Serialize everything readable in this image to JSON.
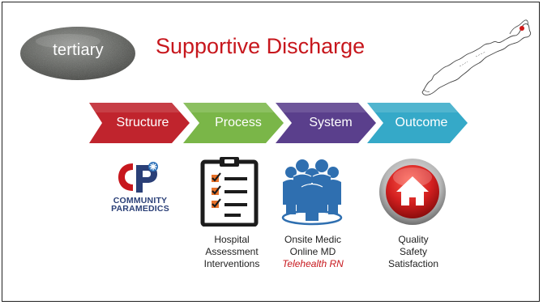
{
  "slide": {
    "stone_label": "tertiary",
    "title": "Supportive Discharge"
  },
  "chevrons": [
    {
      "label": "Structure",
      "color": "#c0242d"
    },
    {
      "label": "Process",
      "color": "#7ab648"
    },
    {
      "label": "System",
      "color": "#5a3f8c"
    },
    {
      "label": "Outcome",
      "color": "#35a9c8"
    }
  ],
  "logo": {
    "line1": "COMMUNITY",
    "line2": "PARAMEDICS"
  },
  "captions": {
    "process": [
      "Hospital",
      "Assessment",
      "Interventions"
    ],
    "system": [
      "Onsite Medic",
      "Online MD",
      "Telehealth RN"
    ],
    "outcome": [
      "Quality",
      "Safety",
      "Satisfaction"
    ]
  },
  "colors": {
    "title_red": "#c7171d",
    "logo_navy": "#2a3f77",
    "clipboard_check": "#e8722a",
    "people_blue": "#2f6fb0",
    "house_button_red": "#d21f1f"
  },
  "icons": {
    "stone": "river-stone-image",
    "map": "nova-scotia-map-outline",
    "logo": "community-paramedics-logo",
    "clipboard": "clipboard-checklist-icon",
    "people": "team-people-icon",
    "house": "home-button-icon"
  }
}
